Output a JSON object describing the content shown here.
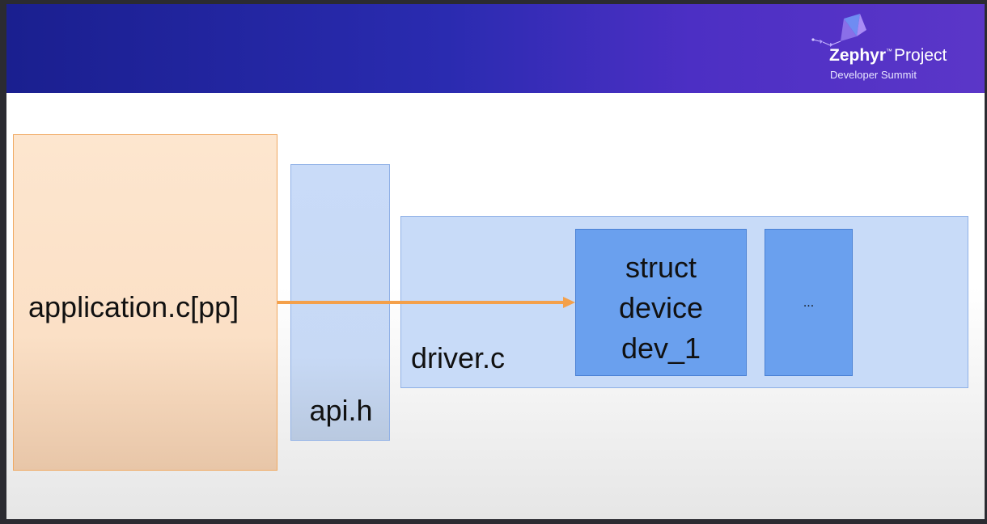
{
  "logo": {
    "brand": "Zephyr",
    "trademark": "™",
    "project": "Project",
    "subtitle": "Developer Summit"
  },
  "diagram": {
    "application": "application.c[pp]",
    "api": "api.h",
    "driver": "driver.c",
    "device_lines": [
      "struct",
      "device",
      "dev_1"
    ],
    "more": "..."
  },
  "colors": {
    "banner_start": "#1a1f8f",
    "banner_end": "#5b36c8",
    "app_fill": "#fde6cf",
    "app_border": "#f0a860",
    "light_blue": "#c8dbf8",
    "mid_blue": "#6aa0ee",
    "arrow": "#f4a04a"
  }
}
